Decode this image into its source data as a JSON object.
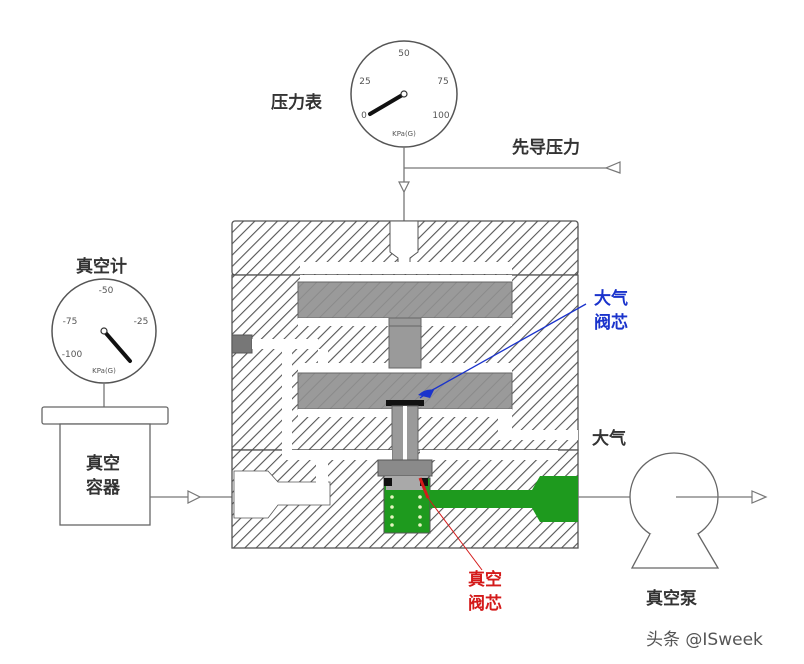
{
  "labels": {
    "pressure_gauge": "压力表",
    "pilot_pressure": "先导压力",
    "vacuum_gauge": "真空计",
    "vacuum_container_line1": "真空",
    "vacuum_container_line2": "容器",
    "atmosphere_valve_line1": "大气",
    "atmosphere_valve_line2": "阀芯",
    "atmosphere_port": "大气",
    "vacuum_valve_line1": "真空",
    "vacuum_valve_line2": "阀芯",
    "vacuum_pump": "真空泵",
    "watermark": "头条 @ISweek"
  },
  "pressure_gauge": {
    "ticks": [
      "0",
      "25",
      "50",
      "75",
      "100"
    ],
    "unit": "KPa(G)"
  },
  "vacuum_gauge": {
    "ticks": [
      "-100",
      "-75",
      "-50",
      "-25"
    ],
    "unit": "KPa(G)"
  },
  "colors": {
    "hatch_line": "#555555",
    "body_fill": "#ffffff",
    "piston_fill": "#9a9a9a",
    "vacuum_path": "#1e9a1e",
    "atmosphere_leader": "#1a33cc",
    "vacuum_leader": "#d41a1a",
    "outline": "#444444"
  }
}
